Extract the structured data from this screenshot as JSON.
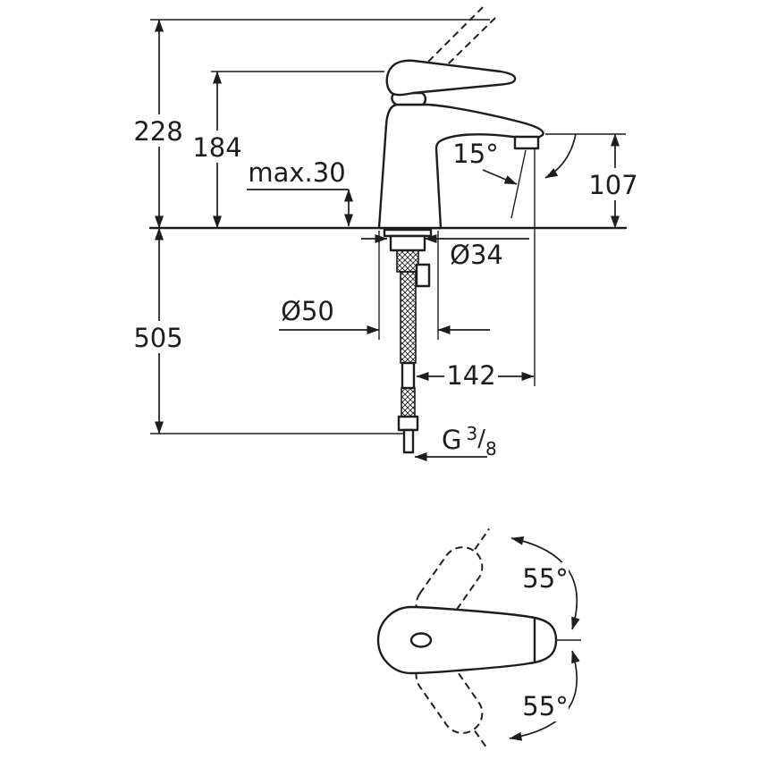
{
  "side_view": {
    "labels": {
      "total_height": "228",
      "body_height": "184",
      "max_mounting_depth": "max.30",
      "stream_angle": "15°",
      "spout_height": "107",
      "shank_diameter": "Ø34",
      "base_diameter": "Ø50",
      "supply_length": "505",
      "spout_reach": "142",
      "thread": {
        "prefix": "G",
        "numerator": "3",
        "slash": "/",
        "denominator": "8"
      }
    }
  },
  "top_view": {
    "labels": {
      "handle_swing_upper": "55°",
      "handle_swing_lower": "55°"
    }
  },
  "colors": {
    "line": "#1d1d1b",
    "background": "#ffffff"
  }
}
